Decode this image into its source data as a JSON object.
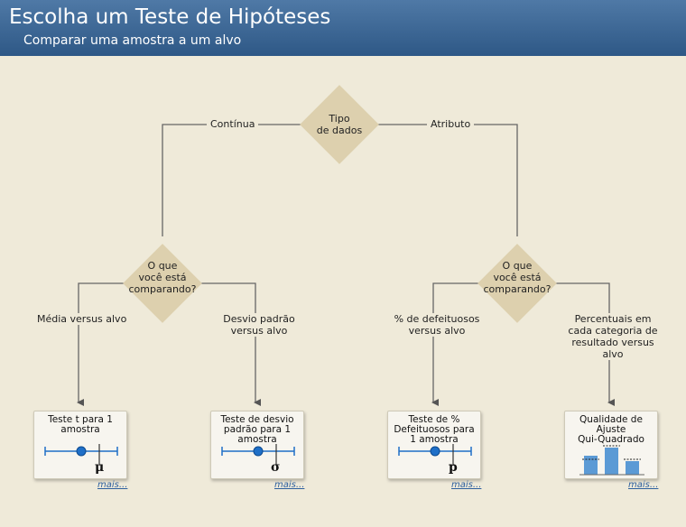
{
  "header": {
    "title": "Escolha um Teste de Hipóteses",
    "subtitle": "Comparar uma amostra a um alvo"
  },
  "root": {
    "label": "Tipo\nde dados"
  },
  "branches": {
    "left": "Contínua",
    "right": "Atributo"
  },
  "decisions": {
    "left": "O que\nvocê está\ncomparando?",
    "right": "O que\nvocê está\ncomparando?"
  },
  "edges": {
    "e1": "Média versus alvo",
    "e2": "Desvio padrão\nversus alvo",
    "e3": "% de defeituosos\nversus alvo",
    "e4": "Percentuais em\ncada categoria de\nresultado versus\nalvo"
  },
  "cards": [
    {
      "title": "Teste t para 1\namostra",
      "symbol": "μ",
      "more": "mais..."
    },
    {
      "title": "Teste de desvio\npadrão para 1\namostra",
      "symbol": "σ",
      "more": "mais..."
    },
    {
      "title": "Teste de %\nDefeituosos para\n1 amostra",
      "symbol": "p",
      "more": "mais..."
    },
    {
      "title": "Qualidade de\nAjuste\nQui-Quadrado",
      "more": "mais..."
    }
  ],
  "colors": {
    "header": "#3d6795",
    "background": "#efead9",
    "diamond": "#ddd0ae",
    "marker": "#1f6fc7",
    "bar": "#5b9ad5"
  },
  "icons": {
    "dot_plot": "dot-plot-icon",
    "bar_chart": "bar-chart-icon"
  }
}
